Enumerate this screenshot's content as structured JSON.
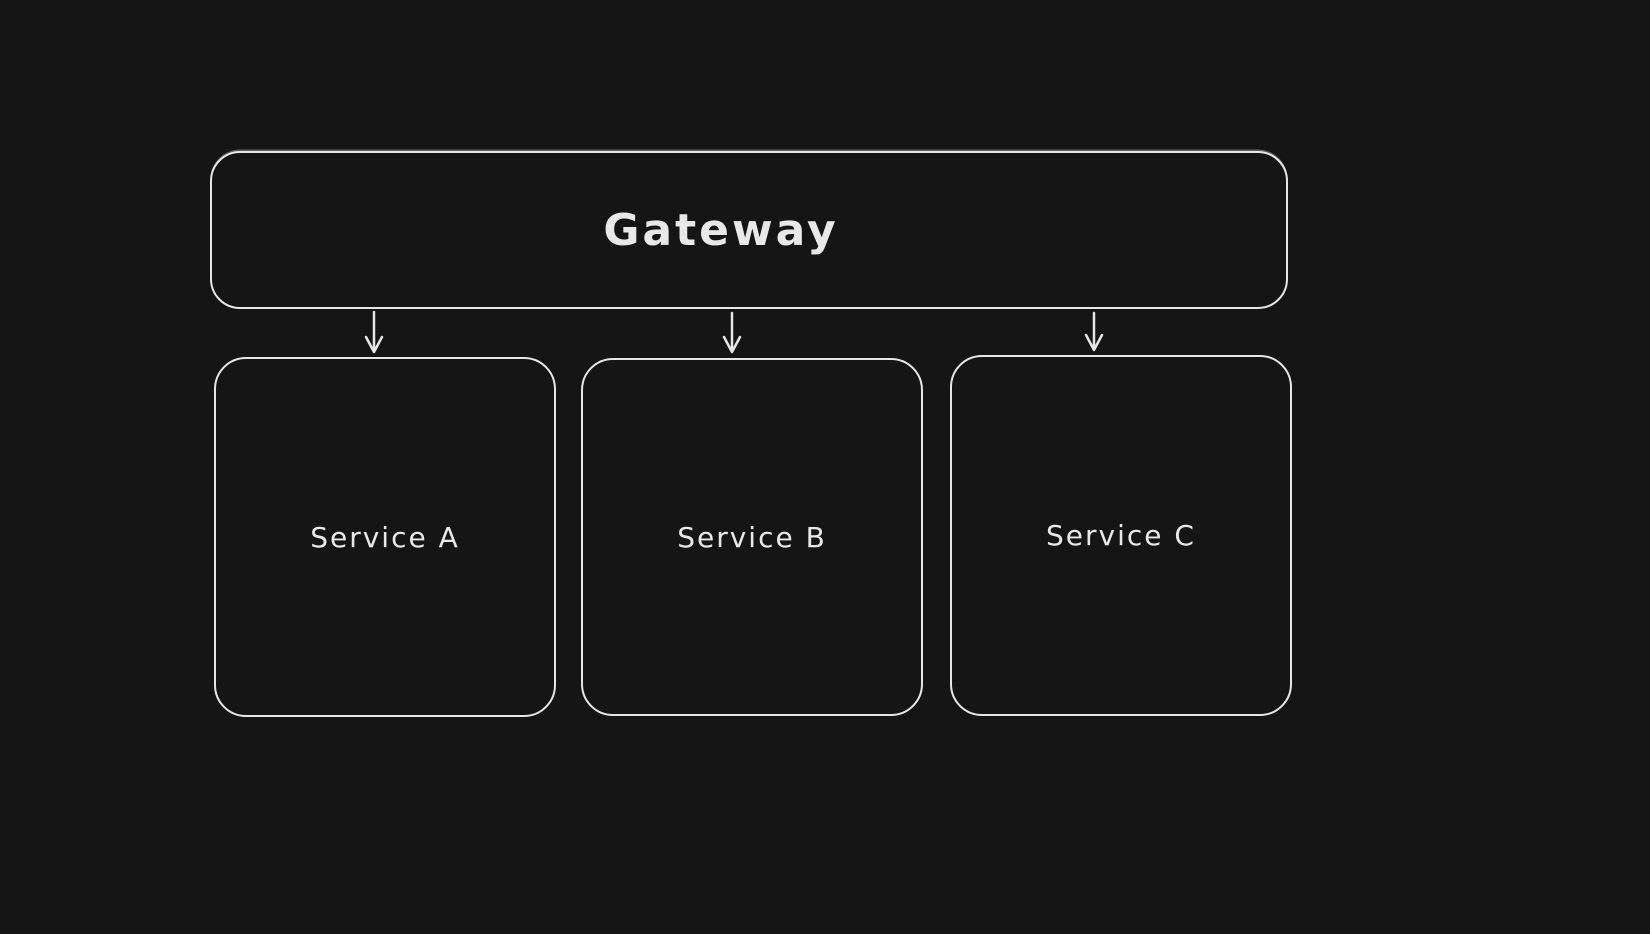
{
  "canvas": {
    "background_color": "#151515",
    "stroke_color": "#e6e6e6",
    "text_color": "#e8e8e8"
  },
  "diagram": {
    "gateway": {
      "label": "Gateway"
    },
    "services": [
      {
        "label": "Service A"
      },
      {
        "label": "Service B"
      },
      {
        "label": "Service C"
      }
    ],
    "connections": [
      {
        "from": "Gateway",
        "to": "Service A"
      },
      {
        "from": "Gateway",
        "to": "Service B"
      },
      {
        "from": "Gateway",
        "to": "Service C"
      }
    ]
  }
}
